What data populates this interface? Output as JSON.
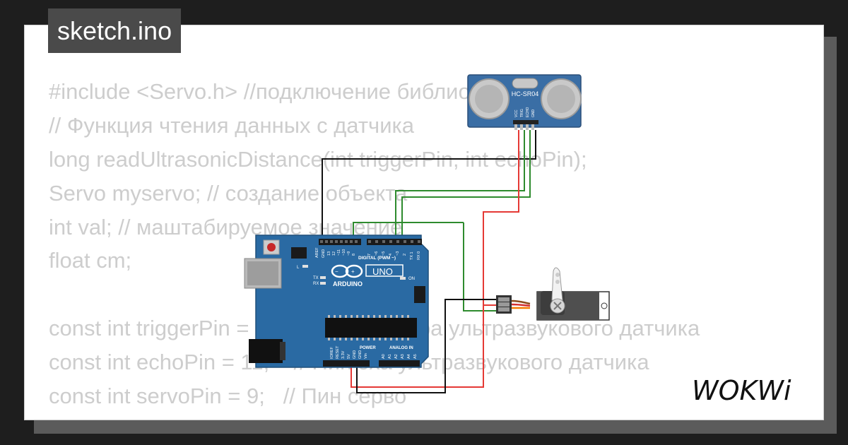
{
  "title": "sketch.ino",
  "code_lines": [
    "#include <Servo.h> //подключение библиотеки",
    "// Функция чтения данных с датчика",
    "long readUltrasonicDistance(int triggerPin, int echoPin);",
    "Servo myservo; // создание объекта",
    "int val; // маштабируемое значение",
    "float cm;",
    "",
    "const int triggerPin = 10; // Пин триггера ультразвукового датчика",
    "const int echoPin = 11;    // Пин эха ультразвукового датчика",
    "const int servoPin = 9;   // Пин серво"
  ],
  "sensor": {
    "model": "HC-SR04",
    "pins": [
      "VCC",
      "TRIG",
      "ECHO",
      "GND"
    ]
  },
  "arduino": {
    "brand": "ARDUINO",
    "model": "UNO",
    "digital_label": "DIGITAL (PWM ~)",
    "power_label": "POWER",
    "analog_label": "ANALOG IN",
    "led_l": "L",
    "led_tx": "TX",
    "led_rx": "RX",
    "on_label": "ON",
    "top_pins": [
      "AREF",
      "GND",
      "13",
      "12",
      "~11",
      "~10",
      "~9",
      "8",
      "7",
      "~6",
      "~5",
      "4",
      "~3",
      "2",
      "TX 1",
      "RX 0"
    ],
    "power_pins": [
      "IOREF",
      "RESET",
      "3.3V",
      "5V",
      "GND",
      "GND",
      "Vin"
    ],
    "analog_pins": [
      "A0",
      "A1",
      "A2",
      "A3",
      "A4",
      "A5"
    ]
  },
  "logo": "WOKWi",
  "colors": {
    "board": "#2a6aa3",
    "sensor": "#3a6ea5",
    "wire_red": "#e53935",
    "wire_green": "#2e8b2e",
    "wire_black": "#111111",
    "code_text": "#cdcdcd",
    "title_bg": "#4a4a4a"
  }
}
